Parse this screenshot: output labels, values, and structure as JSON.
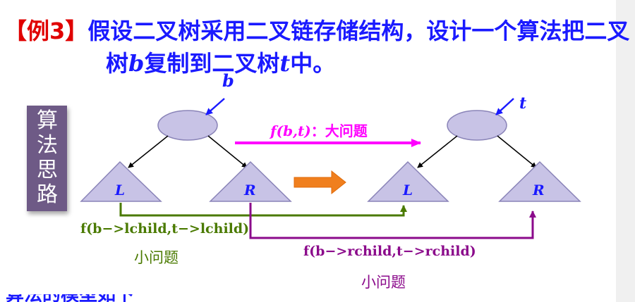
{
  "title": {
    "bracket_open": "【",
    "label": "例3",
    "bracket_close": "】",
    "line1": "假设二叉树采用二叉链存储结构，设计一个算法把二叉",
    "line2_a": "树",
    "line2_b": "b",
    "line2_c": "复制到二叉树",
    "line2_d": "t",
    "line2_e": "中。"
  },
  "side_label": "算法思路",
  "tree_left": {
    "root_pointer": "b",
    "left": "L",
    "right": "R"
  },
  "tree_right": {
    "root_pointer": "t",
    "left": "L",
    "right": "R"
  },
  "big_problem": {
    "func": "f(b,t)",
    "sep": "：",
    "text": "大问题"
  },
  "sub_left": {
    "call": "f(b−>lchild,t−>lchild)",
    "text": "小问题"
  },
  "sub_right": {
    "call": "f(b−>rchild,t−>rchild)",
    "text": "小问题"
  },
  "bottom_partial": "算法的模型如下",
  "colors": {
    "title": "#1a1aff",
    "bracket": "#e00000",
    "side_box": "#6e5a86",
    "node_fill": "#c8c3e6",
    "magenta": "#ff00ff",
    "green": "#4a7a00",
    "purple": "#8b0a8b",
    "orange": "#f07f1e",
    "pointer": "#1a1aff"
  }
}
